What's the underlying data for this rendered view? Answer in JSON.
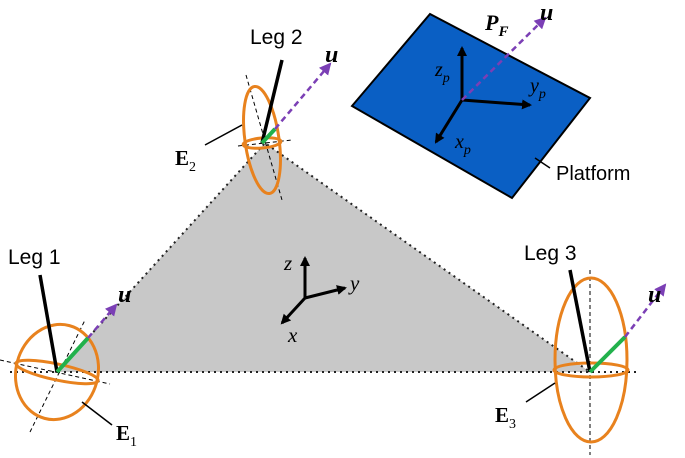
{
  "legs": {
    "leg1": "Leg 1",
    "leg2": "Leg 2",
    "leg3": "Leg 3"
  },
  "ellipses": {
    "e1": {
      "letter": "E",
      "sub": "1"
    },
    "e2": {
      "letter": "E",
      "sub": "2"
    },
    "e3": {
      "letter": "E",
      "sub": "3"
    }
  },
  "vector_u": "u",
  "platform": {
    "label": "Platform",
    "force": {
      "letter": "P",
      "sub": "F"
    },
    "axes": {
      "z": "z",
      "y": "y",
      "x": "x",
      "sub": "p"
    }
  },
  "base_axes": {
    "z": "z",
    "y": "y",
    "x": "x"
  },
  "colors": {
    "platform_fill": "#0a5fc4",
    "ellipse": "#e8821e",
    "leg_segment": "#22b14c",
    "u_vector": "#7b3fb5",
    "triangle_fill": "#c8c8c8"
  }
}
